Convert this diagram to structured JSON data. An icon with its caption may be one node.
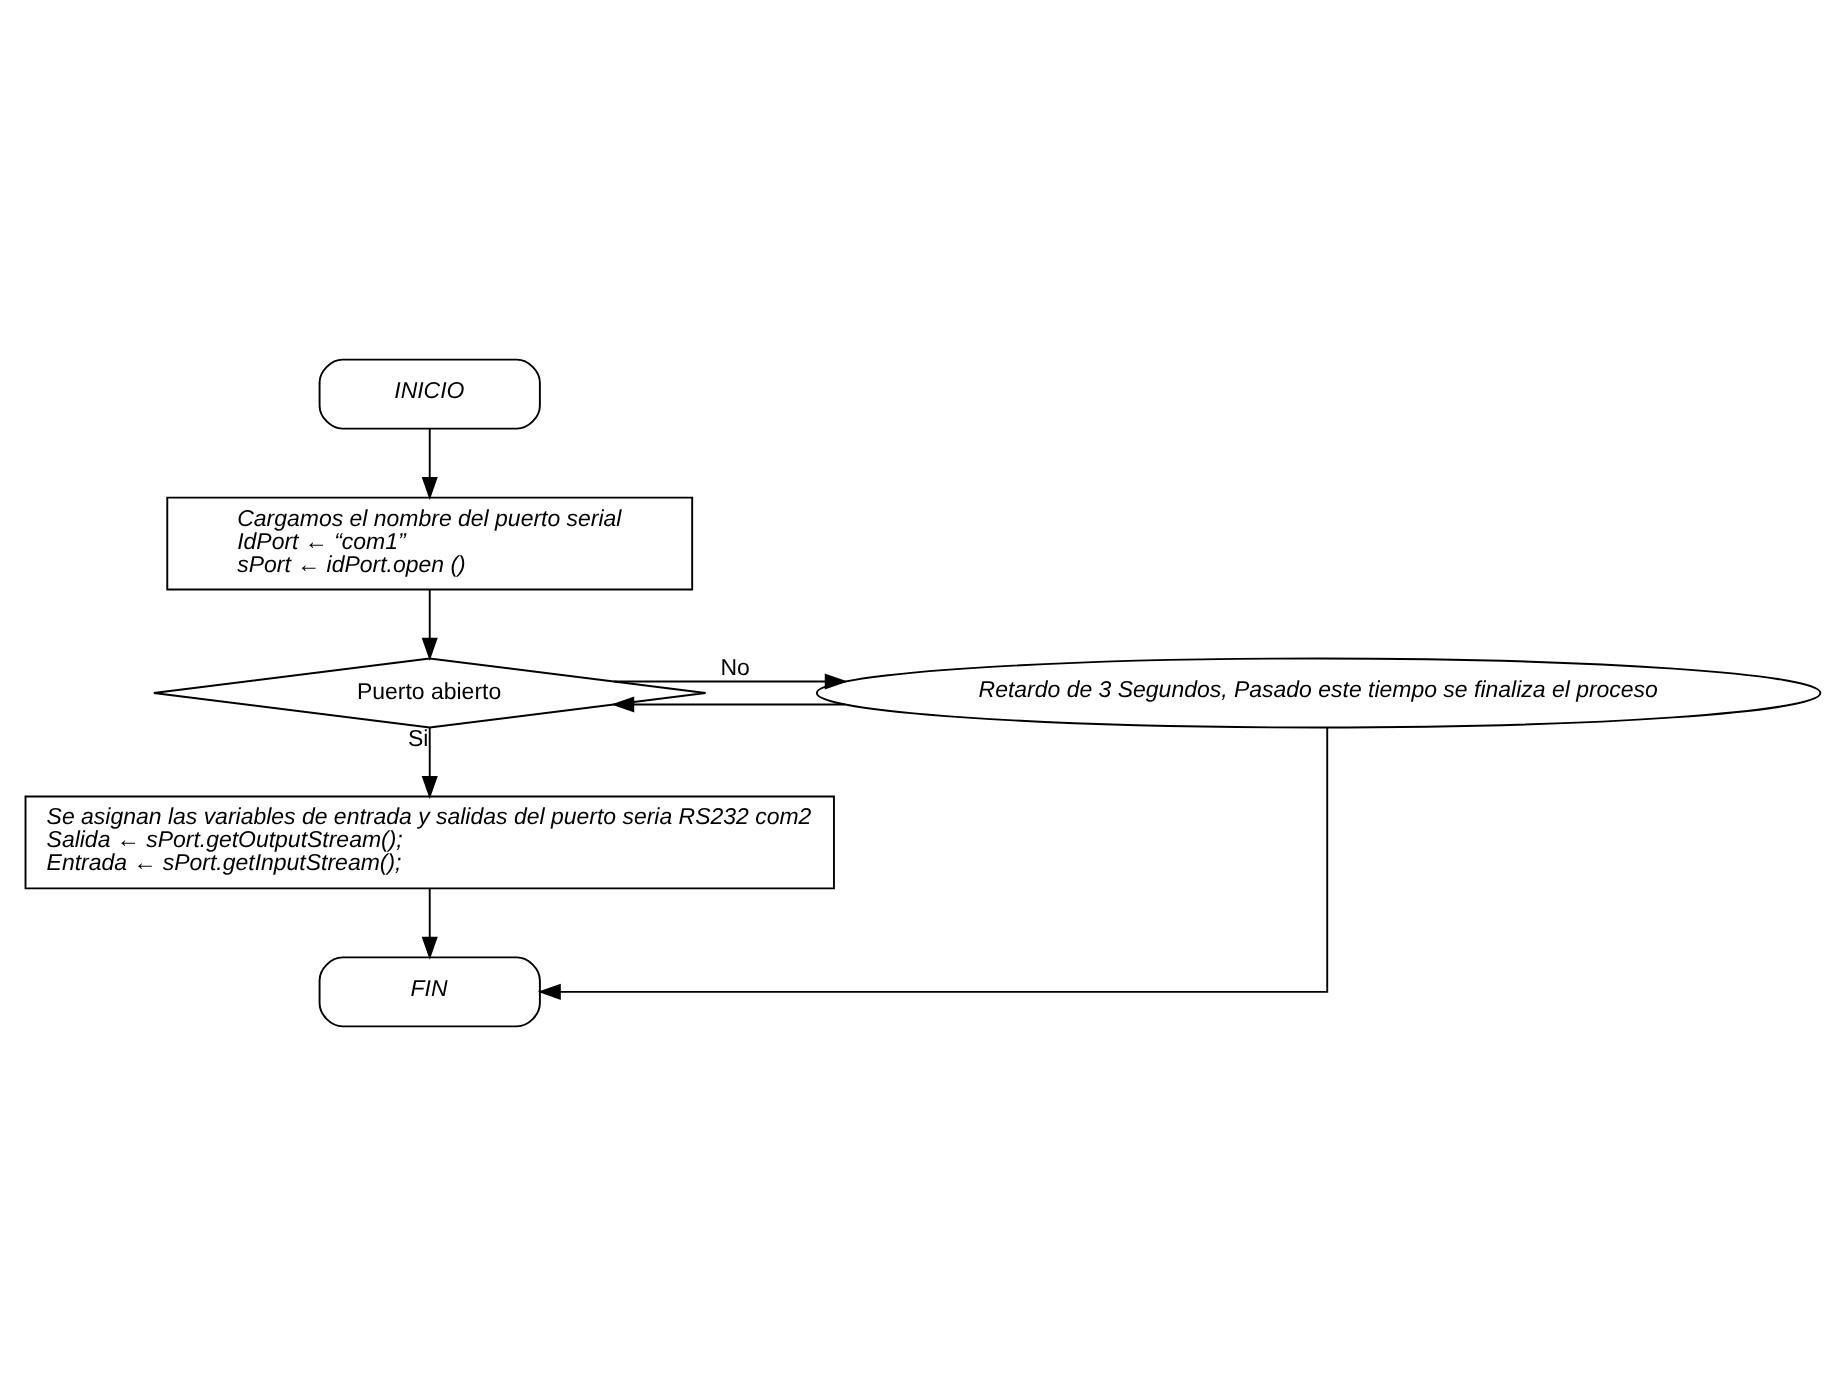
{
  "diagram": {
    "nodes": [
      {
        "text": [
          "INICIO"
        ]
      },
      {
        "text": [
          "Cargamos el nombre del puerto serial",
          "IdPort ← “com1”",
          "sPort ← idPort.open ()"
        ]
      },
      {
        "text": [
          "Puerto abierto"
        ]
      },
      {
        "text": [
          "Retardo de 3 Segundos, Pasado este tiempo se finaliza el proceso"
        ]
      },
      {
        "text": [
          "Se asignan las variables de entrada y salidas del puerto seria RS232 com2",
          "Salida ← sPort.getOutputStream();",
          "Entrada ← sPort.getInputStream();"
        ]
      },
      {
        "text": [
          "FIN"
        ]
      }
    ],
    "edges": [
      {
        "from": 0,
        "to": 1,
        "arrow": "to"
      },
      {
        "from": 1,
        "to": 2,
        "arrow": "to"
      },
      {
        "from": 2,
        "to": 3,
        "arrow": "to",
        "label": "No"
      },
      {
        "from": 3,
        "to": 2,
        "arrow": "to"
      },
      {
        "from": 2,
        "to": 4,
        "arrow": "to",
        "label": "Si"
      },
      {
        "from": 4,
        "to": 5,
        "arrow": "to"
      },
      {
        "from": 3,
        "to": 5,
        "arrow": "to"
      }
    ]
  }
}
